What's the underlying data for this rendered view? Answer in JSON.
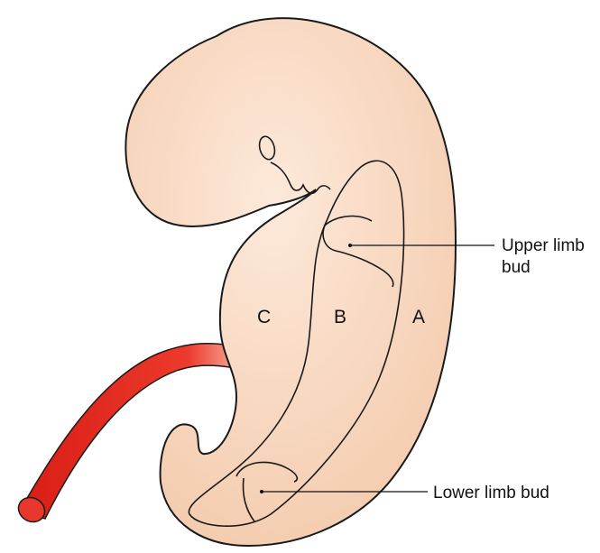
{
  "colors": {
    "embryo_fill": "#f6d2b7",
    "embryo_fill_light": "#fbe4d2",
    "embryo_outline": "#1a1a1a",
    "cord_color": "#e2231a",
    "cord_dark": "#b1140e",
    "line_color": "#111111"
  },
  "regions": {
    "a": "A",
    "b": "B",
    "c": "C"
  },
  "callouts": {
    "upper_limb_line1": "Upper limb",
    "upper_limb_line2": "bud",
    "lower_limb": "Lower limb bud"
  }
}
